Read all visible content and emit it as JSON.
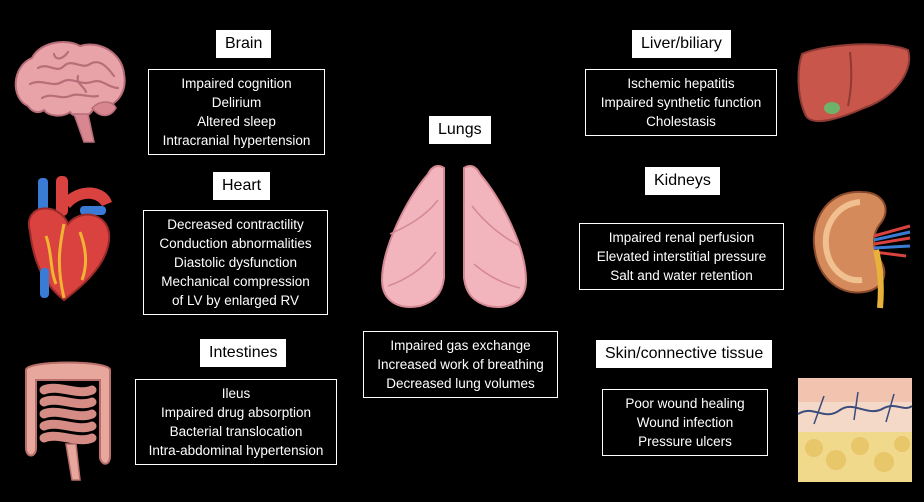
{
  "brain": {
    "title": "Brain",
    "effects": [
      "Impaired cognition",
      "Delirium",
      "Altered sleep",
      "Intracranial hypertension"
    ],
    "icon": "brain-icon"
  },
  "heart": {
    "title": "Heart",
    "effects": [
      "Decreased contractility",
      "Conduction abnormalities",
      "Diastolic dysfunction",
      "Mechanical compression",
      "of LV by enlarged RV"
    ],
    "icon": "heart-icon"
  },
  "intestines": {
    "title": "Intestines",
    "effects": [
      "Ileus",
      "Impaired drug absorption",
      "Bacterial translocation",
      "Intra-abdominal hypertension"
    ],
    "icon": "intestines-icon"
  },
  "lungs": {
    "title": "Lungs",
    "effects": [
      "Impaired gas exchange",
      "Increased work of breathing",
      "Decreased lung volumes"
    ],
    "icon": "lungs-icon"
  },
  "liver": {
    "title": "Liver/biliary",
    "effects": [
      "Ischemic hepatitis",
      "Impaired synthetic function",
      "Cholestasis"
    ],
    "icon": "liver-icon"
  },
  "kidneys": {
    "title": "Kidneys",
    "effects": [
      "Impaired renal perfusion",
      "Elevated interstitial pressure",
      "Salt and water retention"
    ],
    "icon": "kidney-icon"
  },
  "skin": {
    "title": "Skin/connective tissue",
    "effects": [
      "Poor wound healing",
      "Wound infection",
      "Pressure ulcers"
    ],
    "icon": "skin-tissue-icon"
  },
  "colors": {
    "background": "#000000",
    "box_border": "#ffffff",
    "title_background": "#ffffff"
  }
}
